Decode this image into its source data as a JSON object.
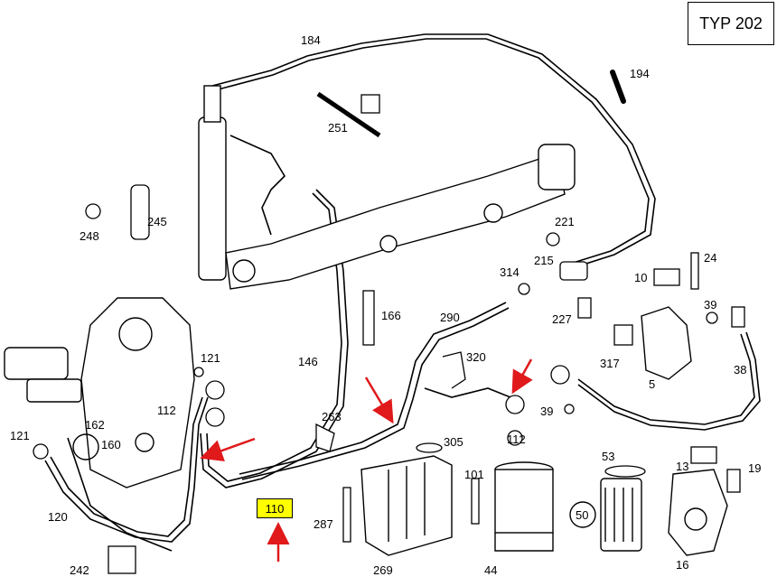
{
  "type_label": "TYP 202",
  "highlighted_part": "110",
  "colors": {
    "arrow": "#e0191b",
    "highlight": "#ffff00",
    "line": "#000000"
  },
  "callouts": {
    "c184": "184",
    "c194": "194",
    "c251": "251",
    "c245": "245",
    "c248": "248",
    "c221": "221",
    "c24": "24",
    "c10": "10",
    "c314": "314",
    "c215": "215",
    "c39a": "39",
    "c166": "166",
    "c290": "290",
    "c227": "227",
    "c317": "317",
    "c5": "5",
    "c38": "38",
    "c320": "320",
    "c121a": "121",
    "c112a": "112",
    "c146": "146",
    "c263": "263",
    "c121b": "121",
    "c162": "162",
    "c160": "160",
    "c39b": "39",
    "c112b": "112",
    "c305": "305",
    "c53": "53",
    "c13": "13",
    "c19": "19",
    "c101": "101",
    "c287": "287",
    "c50": "50",
    "c120": "120",
    "c242": "242",
    "c269": "269",
    "c44": "44",
    "c16": "16"
  }
}
